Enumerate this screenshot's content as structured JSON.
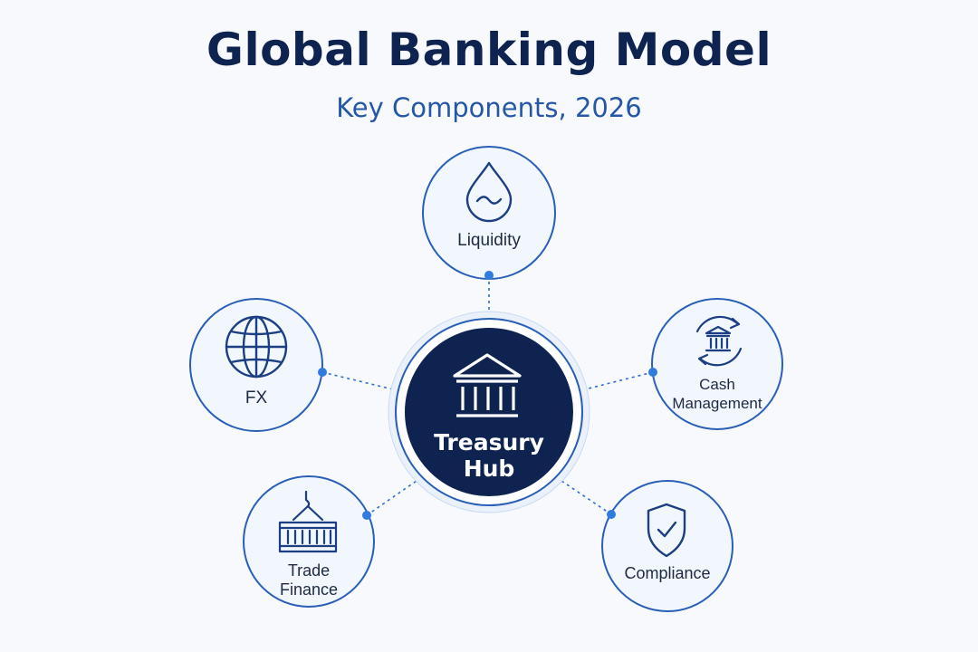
{
  "title": "Global Banking Model",
  "subtitle": "Key Components, 2026",
  "hub": {
    "line1": "Treasury",
    "line2": "Hub",
    "icon": "bank-building-icon"
  },
  "nodes": {
    "liquidity": {
      "label": "Liquidity",
      "icon": "water-drop-icon"
    },
    "fx": {
      "label": "FX",
      "icon": "globe-icon"
    },
    "cash_management": {
      "line1": "Cash",
      "line2": "Management",
      "icon": "bank-cycle-icon"
    },
    "trade_finance": {
      "line1": "Trade",
      "line2": "Finance",
      "icon": "shipping-container-icon"
    },
    "compliance": {
      "label": "Compliance",
      "icon": "shield-check-icon"
    }
  },
  "colors": {
    "navy": "#0f2350",
    "accent_blue": "#2457a8",
    "connector_dot": "#2f7be0",
    "node_fill": "#f2f6fd",
    "hub_fill": "#0f2350"
  }
}
